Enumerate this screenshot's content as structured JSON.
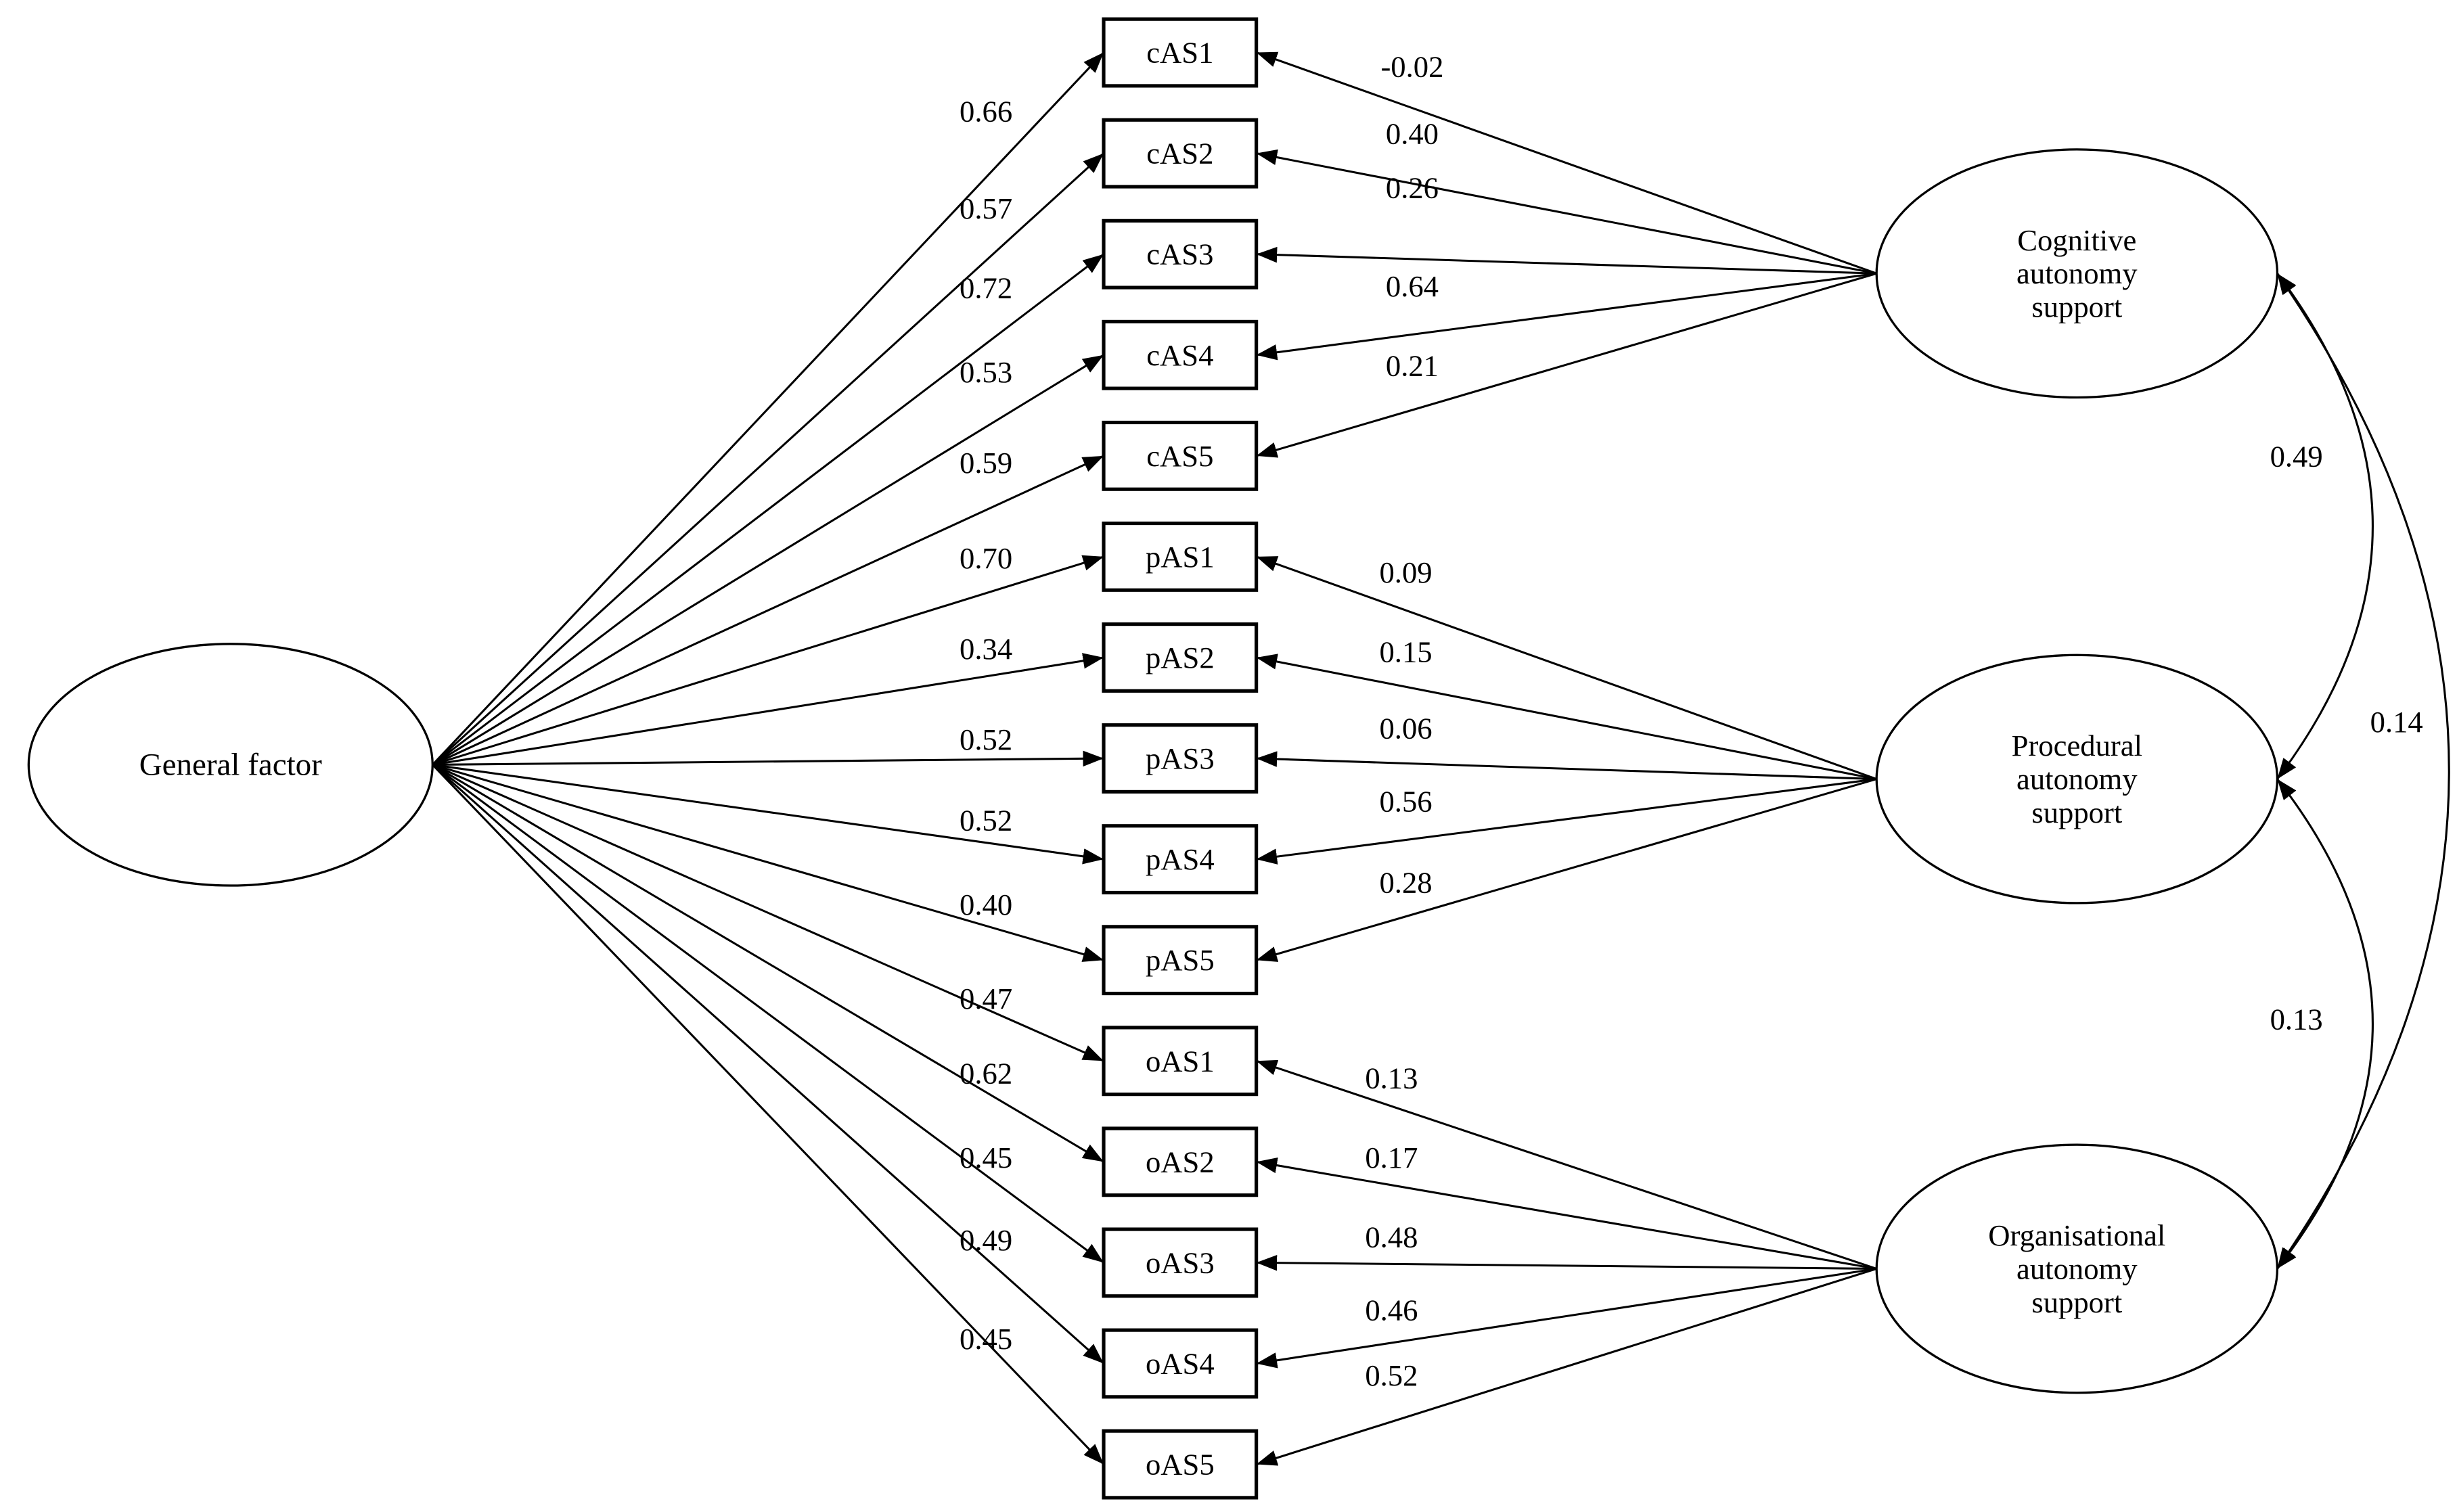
{
  "diagram": {
    "type": "sem-bifactor-path-diagram",
    "general_factor": {
      "label": "General factor"
    },
    "specific_factors": [
      {
        "id": "cognitive",
        "label": "Cognitive autonomy support",
        "label_lines": [
          "Cognitive",
          "autonomy",
          "support"
        ]
      },
      {
        "id": "procedural",
        "label": "Procedural autonomy support",
        "label_lines": [
          "Procedural",
          "autonomy",
          "support"
        ]
      },
      {
        "id": "organisational",
        "label": "Organisational autonomy support",
        "label_lines": [
          "Organisational",
          "autonomy",
          "support"
        ]
      }
    ],
    "indicators": [
      {
        "id": "cAS1",
        "label": "cAS1",
        "factor": "cognitive",
        "general_loading": "0.66",
        "specific_loading": "-0.02"
      },
      {
        "id": "cAS2",
        "label": "cAS2",
        "factor": "cognitive",
        "general_loading": "0.57",
        "specific_loading": "0.40"
      },
      {
        "id": "cAS3",
        "label": "cAS3",
        "factor": "cognitive",
        "general_loading": "0.72",
        "specific_loading": "0.26"
      },
      {
        "id": "cAS4",
        "label": "cAS4",
        "factor": "cognitive",
        "general_loading": "0.53",
        "specific_loading": "0.64"
      },
      {
        "id": "cAS5",
        "label": "cAS5",
        "factor": "cognitive",
        "general_loading": "0.59",
        "specific_loading": "0.21"
      },
      {
        "id": "pAS1",
        "label": "pAS1",
        "factor": "procedural",
        "general_loading": "0.70",
        "specific_loading": "0.09"
      },
      {
        "id": "pAS2",
        "label": "pAS2",
        "factor": "procedural",
        "general_loading": "0.34",
        "specific_loading": "0.15"
      },
      {
        "id": "pAS3",
        "label": "pAS3",
        "factor": "procedural",
        "general_loading": "0.52",
        "specific_loading": "0.06"
      },
      {
        "id": "pAS4",
        "label": "pAS4",
        "factor": "procedural",
        "general_loading": "0.52",
        "specific_loading": "0.56"
      },
      {
        "id": "pAS5",
        "label": "pAS5",
        "factor": "procedural",
        "general_loading": "0.40",
        "specific_loading": "0.28"
      },
      {
        "id": "oAS1",
        "label": "oAS1",
        "factor": "organisational",
        "general_loading": "0.47",
        "specific_loading": "0.13"
      },
      {
        "id": "oAS2",
        "label": "oAS2",
        "factor": "organisational",
        "general_loading": "0.62",
        "specific_loading": "0.17"
      },
      {
        "id": "oAS3",
        "label": "oAS3",
        "factor": "organisational",
        "general_loading": "0.45",
        "specific_loading": "0.48"
      },
      {
        "id": "oAS4",
        "label": "oAS4",
        "factor": "organisational",
        "general_loading": "0.49",
        "specific_loading": "0.46"
      },
      {
        "id": "oAS5",
        "label": "oAS5",
        "factor": "organisational",
        "general_loading": "0.45",
        "specific_loading": "0.52"
      }
    ],
    "correlations": [
      {
        "between": [
          "cognitive",
          "procedural"
        ],
        "value": "0.49"
      },
      {
        "between": [
          "procedural",
          "organisational"
        ],
        "value": "0.13"
      },
      {
        "between": [
          "cognitive",
          "organisational"
        ],
        "value": "0.14"
      }
    ],
    "colors": {
      "line": "#000000",
      "background": "#ffffff",
      "shape_fill": "#ffffff"
    }
  }
}
